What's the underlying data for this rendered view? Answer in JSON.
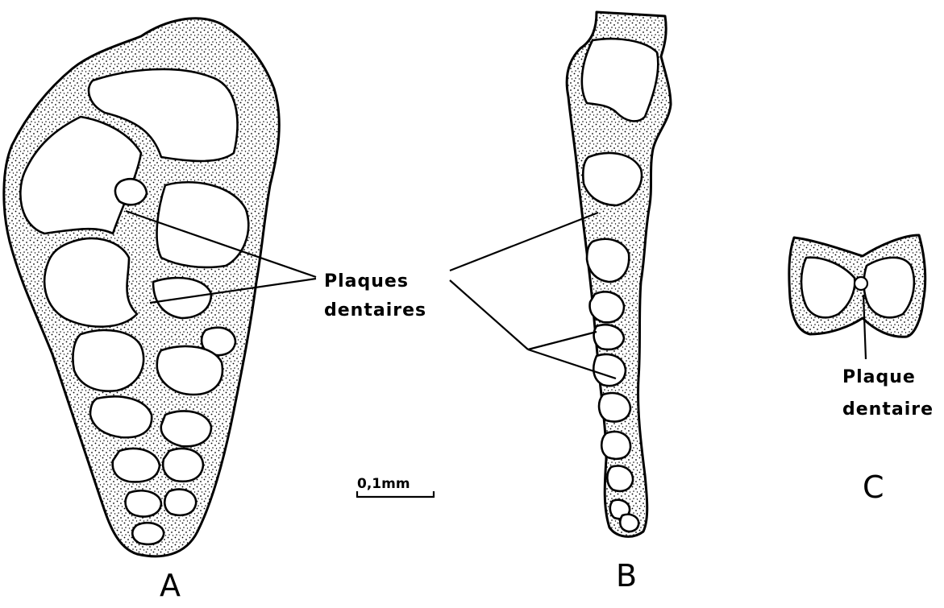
{
  "labels": {
    "plaques_dentaires_line1": "Plaques",
    "plaques_dentaires_line2": "dentaires",
    "plaque_dentaire_line1": "Plaque",
    "plaque_dentaire_line2": "dentaire",
    "scale_bar": "0,1mm",
    "panel_a": "A",
    "panel_b": "B",
    "panel_c": "C"
  },
  "colors": {
    "ink": "#000000",
    "paper": "#ffffff"
  }
}
